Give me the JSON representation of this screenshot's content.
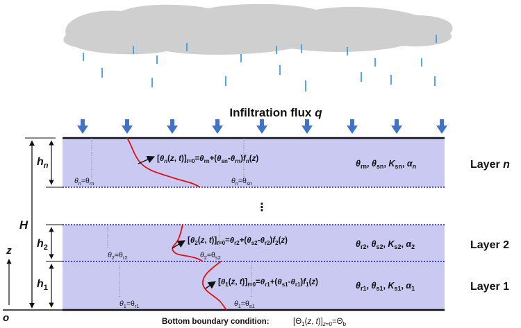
{
  "title": "Infiltration flux q",
  "title_text": "Infiltration flux ",
  "title_var": "q",
  "axis": {
    "total_height": "H",
    "vertical": "z",
    "origin": "o"
  },
  "layers": [
    {
      "name": "Layer n",
      "name_text": "Layer ",
      "name_index": "n",
      "thickness_var": "h",
      "thickness_sub": "n",
      "residual": {
        "var": "θ",
        "sub": "n",
        "eq": "=θ",
        "eqsub": "rn"
      },
      "saturated": {
        "var": "θ",
        "sub": "n",
        "eq": "=θ",
        "eqsub": "sn"
      },
      "params": "θrn, θsn, Ksn, αn",
      "initial_condition": "[θn(z, t)]t=0=θrn+(θsn-θrn)fn(z)"
    },
    {
      "name": "Layer 2",
      "name_text": "Layer ",
      "name_index": "2",
      "thickness_var": "h",
      "thickness_sub": "2",
      "residual": {
        "var": "θ",
        "sub": "2",
        "eq": "=θ",
        "eqsub": "r2"
      },
      "saturated": {
        "var": "θ",
        "sub": "2",
        "eq": "=θ",
        "eqsub": "s2"
      },
      "params": "θr2, θs2, Ks2, α2",
      "initial_condition": "[θ2(z, t)]t=0=θr2+(θs2-θr2)f2(z)"
    },
    {
      "name": "Layer 1",
      "name_text": "Layer ",
      "name_index": "1",
      "thickness_var": "h",
      "thickness_sub": "1",
      "residual": {
        "var": "θ",
        "sub": "1",
        "eq": "=θ",
        "eqsub": "r1"
      },
      "saturated": {
        "var": "θ",
        "sub": "1",
        "eq": "=θ",
        "eqsub": "s1"
      },
      "params": "θr1, θs1, Ks1, α1",
      "initial_condition": "[θ1(z, t)]t=0=θr1+(θs1-θr1)f1(z)"
    }
  ],
  "ellipsis": "⋮",
  "bottom_boundary_label": "Bottom boundary condition:",
  "bottom_boundary_eq": "[Θ1(z, t)]z=0=Θb",
  "colors": {
    "layer_fill": "#c9c9f2",
    "cloud": "#cfcfcf",
    "rain": "#3f9fe0",
    "arrow": "#3f73c8",
    "curve": "#e01010",
    "dotted": "#1a1ab0"
  },
  "icons": [
    "cloud-icon",
    "rain-drop-icon",
    "down-arrow-icon"
  ]
}
